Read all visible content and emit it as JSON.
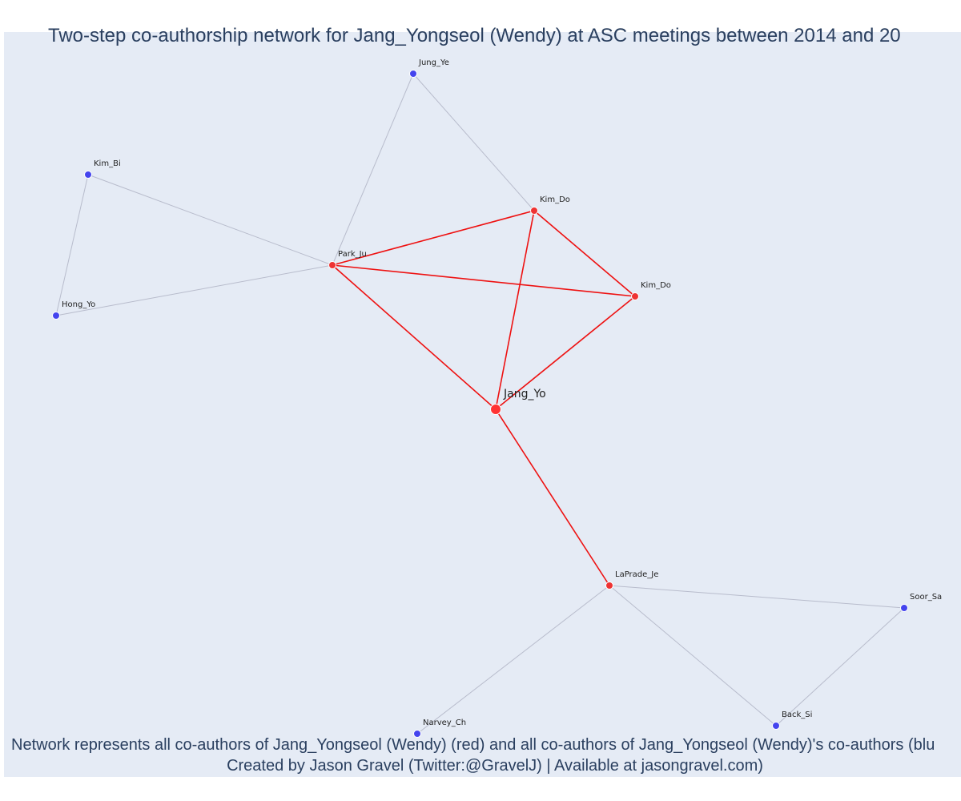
{
  "title": "Two-step co-authorship network for Jang_Yongseol (Wendy) at ASC meetings between 2014 and 20",
  "footer": {
    "line1": "Network represents all co-authors of Jang_Yongseol (Wendy) (red) and all co-authors of Jang_Yongseol (Wendy)'s co-authors (blu",
    "line2": "Created by Jason Gravel (Twitter:@GravelJ) | Available at jasongravel.com)"
  },
  "colors": {
    "focal_node": "#ff3333",
    "direct_coauthor": "#ee3333",
    "second_step": "#4444ee",
    "direct_edge": "#ee1111",
    "indirect_edge": "#b8bccc",
    "background": "#e5ebf5"
  },
  "nodes": [
    {
      "id": "jang_yo",
      "label": "Jang_Yo",
      "group": "focal"
    },
    {
      "id": "park_ju",
      "label": "Park_Ju",
      "group": "direct"
    },
    {
      "id": "kim_do_1",
      "label": "Kim_Do",
      "group": "direct"
    },
    {
      "id": "kim_do_2",
      "label": "Kim_Do",
      "group": "direct"
    },
    {
      "id": "laprade_je",
      "label": "LaPrade_Je",
      "group": "direct"
    },
    {
      "id": "jung_ye",
      "label": "Jung_Ye",
      "group": "second"
    },
    {
      "id": "kim_bi",
      "label": "Kim_Bi",
      "group": "second"
    },
    {
      "id": "hong_yo",
      "label": "Hong_Yo",
      "group": "second"
    },
    {
      "id": "soor_sa",
      "label": "Soor_Sa",
      "group": "second"
    },
    {
      "id": "back_si",
      "label": "Back_Si",
      "group": "second"
    },
    {
      "id": "narvey_ch",
      "label": "Narvey_Ch",
      "group": "second"
    }
  ],
  "edges": [
    {
      "source": "jang_yo",
      "target": "park_ju",
      "type": "direct"
    },
    {
      "source": "jang_yo",
      "target": "kim_do_1",
      "type": "direct"
    },
    {
      "source": "jang_yo",
      "target": "kim_do_2",
      "type": "direct"
    },
    {
      "source": "jang_yo",
      "target": "laprade_je",
      "type": "direct"
    },
    {
      "source": "park_ju",
      "target": "kim_do_1",
      "type": "direct"
    },
    {
      "source": "park_ju",
      "target": "kim_do_2",
      "type": "direct"
    },
    {
      "source": "kim_do_1",
      "target": "kim_do_2",
      "type": "direct"
    },
    {
      "source": "jung_ye",
      "target": "park_ju",
      "type": "indirect"
    },
    {
      "source": "jung_ye",
      "target": "kim_do_1",
      "type": "indirect"
    },
    {
      "source": "kim_bi",
      "target": "park_ju",
      "type": "indirect"
    },
    {
      "source": "kim_bi",
      "target": "hong_yo",
      "type": "indirect"
    },
    {
      "source": "hong_yo",
      "target": "park_ju",
      "type": "indirect"
    },
    {
      "source": "laprade_je",
      "target": "soor_sa",
      "type": "indirect"
    },
    {
      "source": "laprade_je",
      "target": "back_si",
      "type": "indirect"
    },
    {
      "source": "laprade_je",
      "target": "narvey_ch",
      "type": "indirect"
    },
    {
      "source": "soor_sa",
      "target": "back_si",
      "type": "indirect"
    }
  ]
}
